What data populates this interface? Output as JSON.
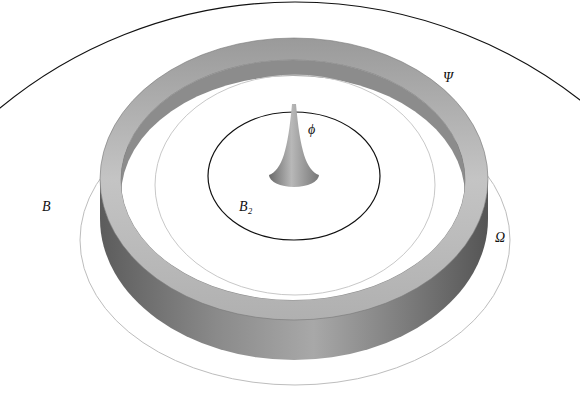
{
  "diagram": {
    "labels": [
      "Ψ",
      "ϕ",
      "B",
      "B₂",
      "Ω"
    ]
  }
}
